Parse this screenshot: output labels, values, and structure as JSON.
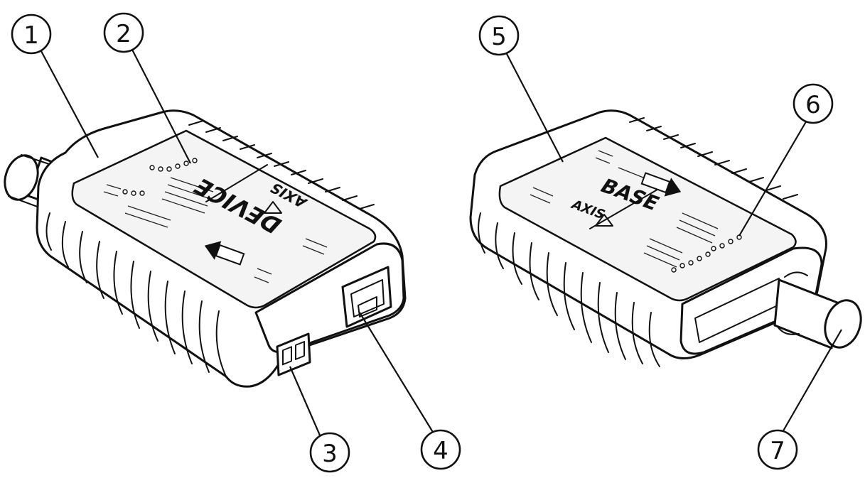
{
  "callouts": [
    {
      "num": "1"
    },
    {
      "num": "2"
    },
    {
      "num": "3"
    },
    {
      "num": "4"
    },
    {
      "num": "5"
    },
    {
      "num": "6"
    },
    {
      "num": "7"
    }
  ],
  "device_unit": {
    "label": "DEVICE",
    "brand": "AXIS"
  },
  "base_unit": {
    "label": "BASE",
    "brand": "AXIS"
  }
}
